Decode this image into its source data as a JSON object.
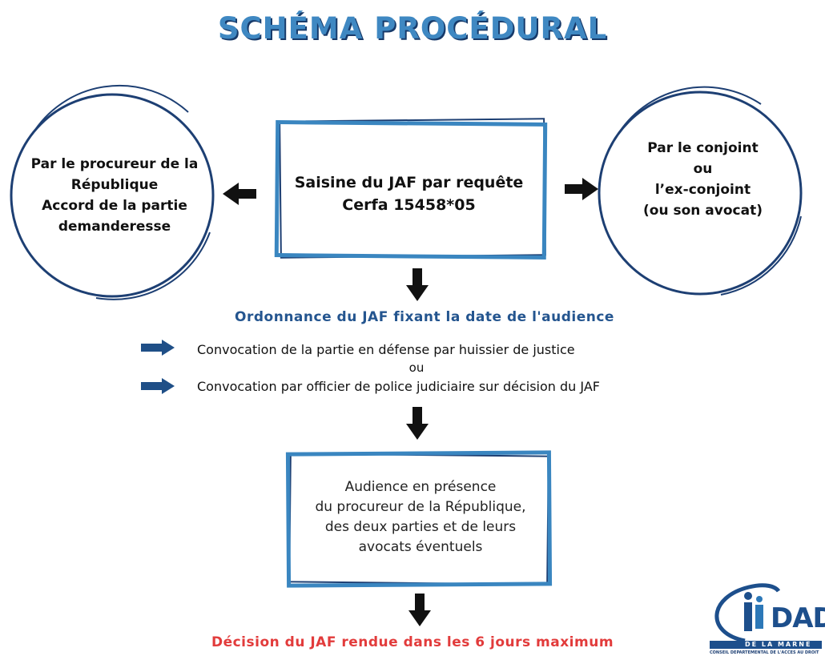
{
  "title": "SCHÉMA PROCÉDURAL",
  "left_circle": {
    "lines": [
      "Par le procureur de la",
      "République",
      "Accord de la partie",
      "demanderesse"
    ]
  },
  "center_box": {
    "lines": [
      "Saisine du JAF par requête",
      "Cerfa 15458*05"
    ]
  },
  "right_circle": {
    "lines": [
      "Par le conjoint",
      "ou",
      "l’ex-conjoint",
      "(ou son avocat)"
    ]
  },
  "ordonnance": "Ordonnance du JAF fixant la date de l'audience",
  "convocations": {
    "first": "Convocation de la partie en défense par huissier de justice",
    "or": "ou",
    "second": "Convocation par officier de police judiciaire sur décision du JAF"
  },
  "audience_box": {
    "lines": [
      "Audience en présence",
      "du procureur de la République,",
      "des deux parties et de leurs",
      "avocats éventuels"
    ]
  },
  "decision": "Décision du JAF rendue dans les 6 jours maximum",
  "logo": {
    "letters": "DAD",
    "subtitle": "DE LA MARNE",
    "caption": "CONSEIL DEPARTEMENTAL DE L'ACCES AU DROIT"
  },
  "colors": {
    "title": "#3f88c2",
    "title_shadow": "#173a6a",
    "navy": "#1d3f73",
    "blue_frame": "#3a86c0",
    "ordonnance": "#24558f",
    "decision": "#e23b3b"
  }
}
